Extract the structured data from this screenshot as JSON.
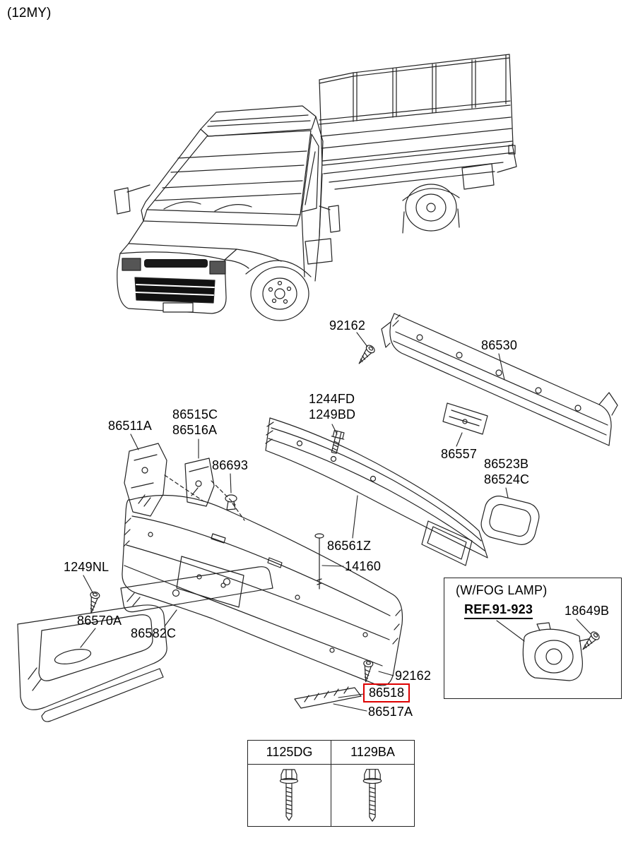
{
  "page": {
    "model_year": "(12MY)"
  },
  "parts": {
    "screw_upper": "92162",
    "rail_upper": "86530",
    "bolt_pair_line1": "1244FD",
    "bolt_pair_line2": "1249BD",
    "bracket_pair_line1": "86515C",
    "bracket_pair_line2": "86516A",
    "side_bracket": "86511A",
    "grommet": "86693",
    "rail_bracket": "86557",
    "ring_bracket_line1": "86523B",
    "ring_bracket_line2": "86524C",
    "face_bar": "86561Z",
    "long_bolt": "14160",
    "screw_left": "1249NL",
    "lower_valance": "86570A",
    "license_plate_bracket": "86582C",
    "screw_lower": "92162",
    "strip_highlighted": "86518",
    "strip": "86517A"
  },
  "fog_lamp_panel": {
    "title": "(W/FOG LAMP)",
    "reference": "REF.91-923",
    "screw": "18649B"
  },
  "fastener_table": {
    "headers": [
      "1125DG",
      "1129BA"
    ]
  },
  "colors": {
    "highlight_box": "#dd0000",
    "line": "#222222"
  }
}
